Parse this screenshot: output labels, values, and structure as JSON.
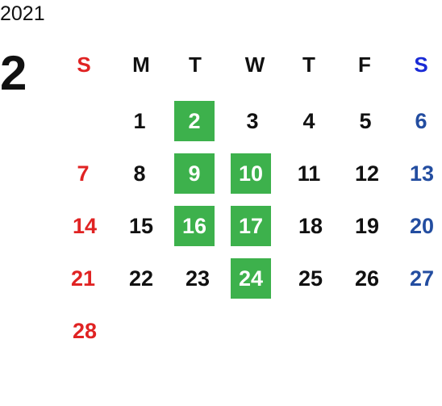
{
  "year": "2021",
  "month": "2",
  "weekdays": [
    "S",
    "M",
    "T",
    "W",
    "T",
    "F",
    "S"
  ],
  "days": [
    "1",
    "2",
    "3",
    "4",
    "5",
    "6",
    "7",
    "8",
    "9",
    "10",
    "11",
    "12",
    "13",
    "14",
    "15",
    "16",
    "17",
    "18",
    "19",
    "20",
    "21",
    "22",
    "23",
    "24",
    "25",
    "26",
    "27",
    "28"
  ],
  "colors": {
    "sunday": "#e02323",
    "saturday_header": "#1a2bd6",
    "saturday": "#234da0",
    "highlight": "#3db14c",
    "text": "#111111"
  }
}
